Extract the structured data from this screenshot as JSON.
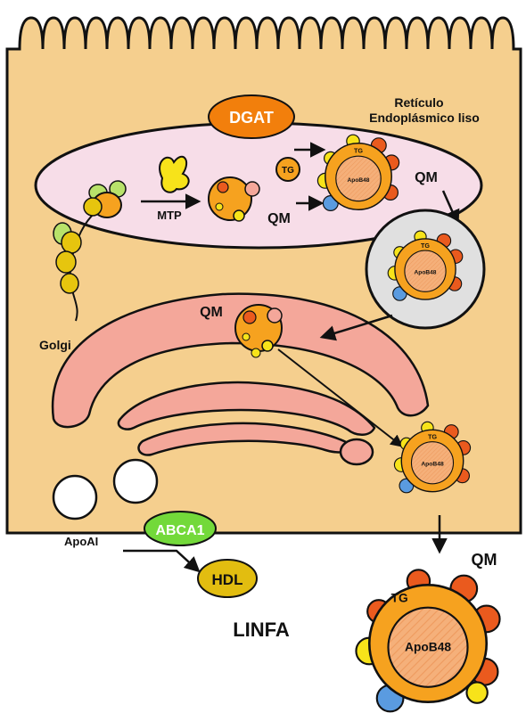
{
  "labels": {
    "dgat": "DGAT",
    "reticulo_line1": "Retículo",
    "reticulo_line2": "Endoplásmico liso",
    "tg_small": "TG",
    "mtp": "MTP",
    "qm_er": "QM",
    "qm_er_right": "QM",
    "qm_golgi": "QM",
    "golgi": "Golgi",
    "abca1": "ABCA1",
    "apoai": "ApoAI",
    "hdl": "HDL",
    "linfa": "LINFA",
    "qm_outside": "QM"
  },
  "chylomicrons": {
    "tg": "TG",
    "apob48": "ApoB48"
  },
  "colors": {
    "cell": "#f5cf8e",
    "er": "#f7dde8",
    "golgi": "#f4a79a",
    "qm_shell": "#f6a21f",
    "qm_core": "#f5b07a",
    "apo_red": "#ea5a1e",
    "apo_yellow": "#f7e31a",
    "apo_blue": "#5a9be0",
    "dgat": "#f27f0c",
    "abca1": "#73d93a",
    "hdl": "#e2bd10"
  }
}
